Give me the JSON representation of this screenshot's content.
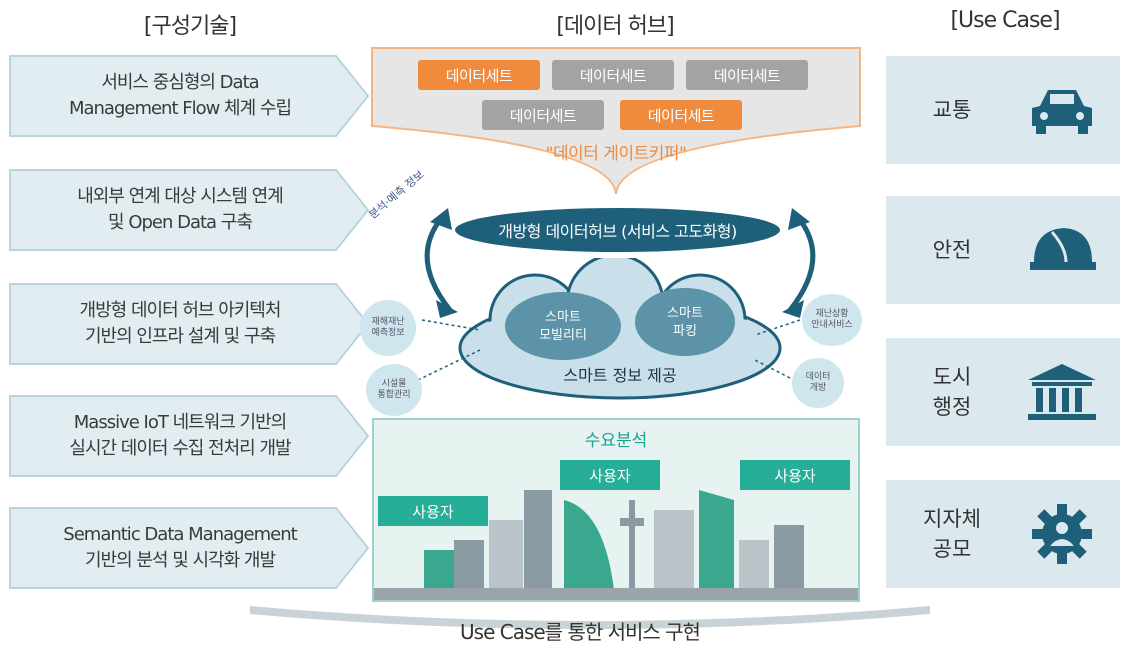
{
  "headers": {
    "tech": "[구성기술]",
    "hub": "[데이터 허브]",
    "usecase": "[Use Case]"
  },
  "tech_items": [
    "서비스 중심형의 Data\nManagement Flow 체계 수립",
    "내외부 연계 대상 시스템 연계\n및 Open Data 구축",
    "개방형 데이터 허브 아키텍처\n기반의 인프라 설계 및 구축",
    "Massive IoT 네트워크 기반의\n실시간 데이터 수집 전처리 개발",
    "Semantic Data Management\n기반의 분석 및 시각화 개발"
  ],
  "datasets": [
    "데이터세트",
    "데이터세트",
    "데이터세트",
    "데이터세트",
    "데이터세트"
  ],
  "gatekeeper": "\"데이터 게이트키퍼\"",
  "hub_label": "개방형 데이터허브 (서비스 고도화형)",
  "side_label": "분석·예측 정보",
  "cloud": {
    "item1": "스마트\n모빌리티",
    "item2": "스마트\n파킹",
    "center": "스마트 정보 제공"
  },
  "bubbles": [
    "재해재난\n예측정보",
    "시설물\n통합관리",
    "재난상황\n안내서비스",
    "데이터\n개방"
  ],
  "demand_label": "수요분석",
  "user_label": "사용자",
  "use_cases": [
    {
      "label": "교통",
      "icon": "car-icon"
    },
    {
      "label": "안전",
      "icon": "helmet-icon"
    },
    {
      "label": "도시\n행정",
      "icon": "government-building-icon"
    },
    {
      "label": "지자체\n공모",
      "icon": "gear-person-icon"
    }
  ],
  "footer": "Use Case를 통한 서비스 구현",
  "colors": {
    "orange": "#f08a3c",
    "teal": "#26ae99",
    "navy": "#1e5f7a",
    "gray": "#a3a3a3",
    "panel": "#dbe9ee"
  }
}
